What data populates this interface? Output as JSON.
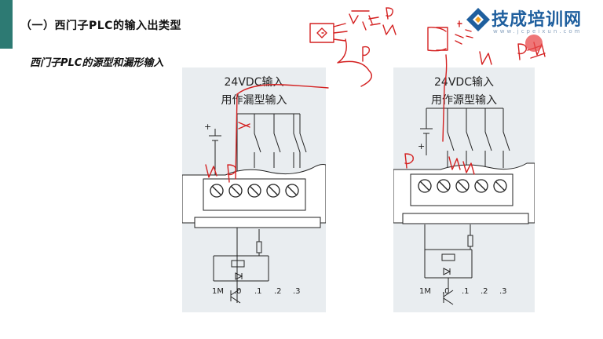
{
  "heading": "（一）西门子PLC的输入出类型",
  "subheading": "西门子PLC的源型和漏形输入",
  "logo": {
    "title": "技成培训网",
    "url": "www.jcpeixun.com",
    "accent": "#1f5f9e"
  },
  "panels": {
    "sink": {
      "line1": "24VDC输入",
      "line2": "用作漏型输入",
      "terminals": [
        "1M",
        ".0",
        ".1",
        ".2",
        ".3"
      ]
    },
    "source": {
      "line1": "24VDC输入",
      "line2": "用作源型输入",
      "terminals": [
        "1M",
        ".0",
        ".1",
        ".2",
        ".3"
      ]
    }
  },
  "colors": {
    "ink": "#d42121",
    "panel": "#e9edf0",
    "left_bar": "#2d7a73"
  }
}
